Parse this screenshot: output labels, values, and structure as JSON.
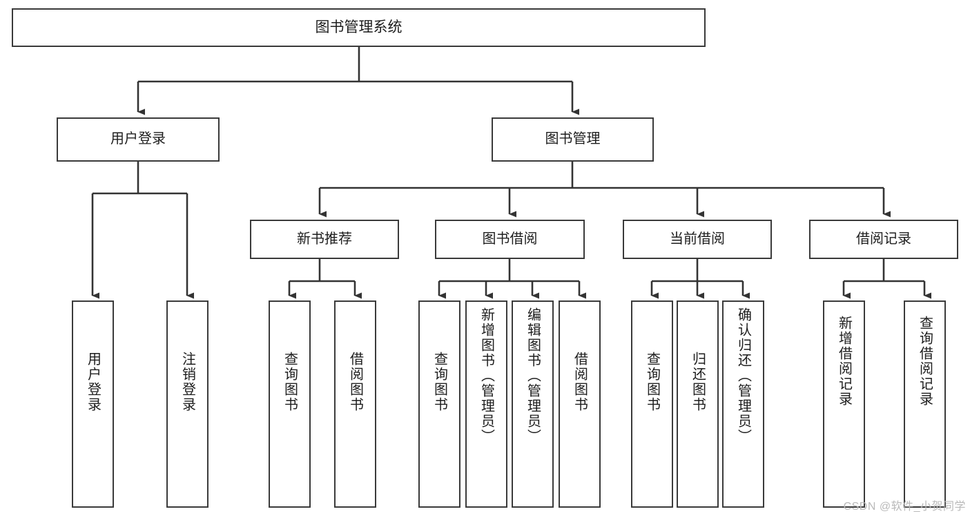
{
  "diagram": {
    "type": "tree-hierarchy",
    "title": "图书管理系统",
    "watermark": "CSDN @软件_小贺同学",
    "colors": {
      "box_border": "#3a3a3a",
      "box_fill": "#ffffff",
      "connector": "#333333",
      "text": "#1d1d1d",
      "watermark": "#b9b9b9",
      "background": "#ffffff"
    },
    "nodes": {
      "root": {
        "label": "图书管理系统"
      },
      "level2": [
        {
          "label": "用户登录"
        },
        {
          "label": "图书管理"
        }
      ],
      "level3": [
        {
          "label": "新书推荐"
        },
        {
          "label": "图书借阅"
        },
        {
          "label": "当前借阅"
        },
        {
          "label": "借阅记录"
        }
      ],
      "leaves": {
        "user_login": [
          {
            "label": "用户登录"
          },
          {
            "label": "注销登录"
          }
        ],
        "new_book_recommend": [
          {
            "label": "查询图书"
          },
          {
            "label": "借阅图书"
          }
        ],
        "book_borrow": [
          {
            "label": "查询图书"
          },
          {
            "label": "新增图书（管理员）"
          },
          {
            "label": "编辑图书（管理员）"
          },
          {
            "label": "借阅图书"
          }
        ],
        "current_borrow": [
          {
            "label": "查询图书"
          },
          {
            "label": "归还图书"
          },
          {
            "label": "确认归还（管理员）"
          }
        ],
        "borrow_record": [
          {
            "label": "新增借阅记录"
          },
          {
            "label": "查询借阅记录"
          }
        ]
      }
    }
  }
}
